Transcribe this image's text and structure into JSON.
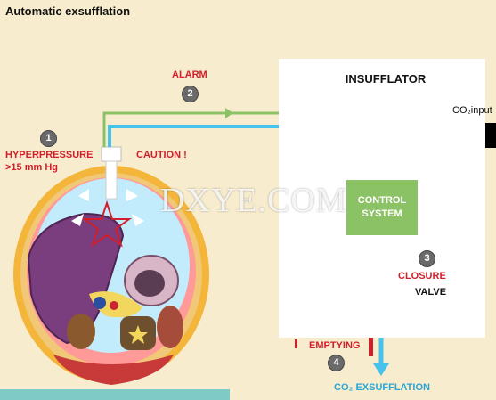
{
  "title": "Automatic exsufflation",
  "labels": {
    "insufflator": "INSUFFLATOR",
    "alarm": "ALARM",
    "hyperpressure_line1": "HYPERPRESSURE",
    "hyperpressure_line2": ">15 mm Hg",
    "caution": "CAUTION !",
    "control_line1": "CONTROL",
    "control_line2": "SYSTEM",
    "closure": "CLOSURE",
    "valve": "VALVE",
    "emptying": "EMPTYING",
    "co2_input": "CO₂input",
    "co2_exsufflation": "CO₂ EXSUFFLATION"
  },
  "steps": {
    "one": "1",
    "two": "2",
    "three": "3",
    "four": "4"
  },
  "watermark": "DXYE.COM",
  "colors": {
    "background": "#f7eccd",
    "gas_line": "#45c3ec",
    "signal_line": "#8cc266",
    "alert_red": "#d21e2b",
    "co2_supply": "#000000"
  }
}
